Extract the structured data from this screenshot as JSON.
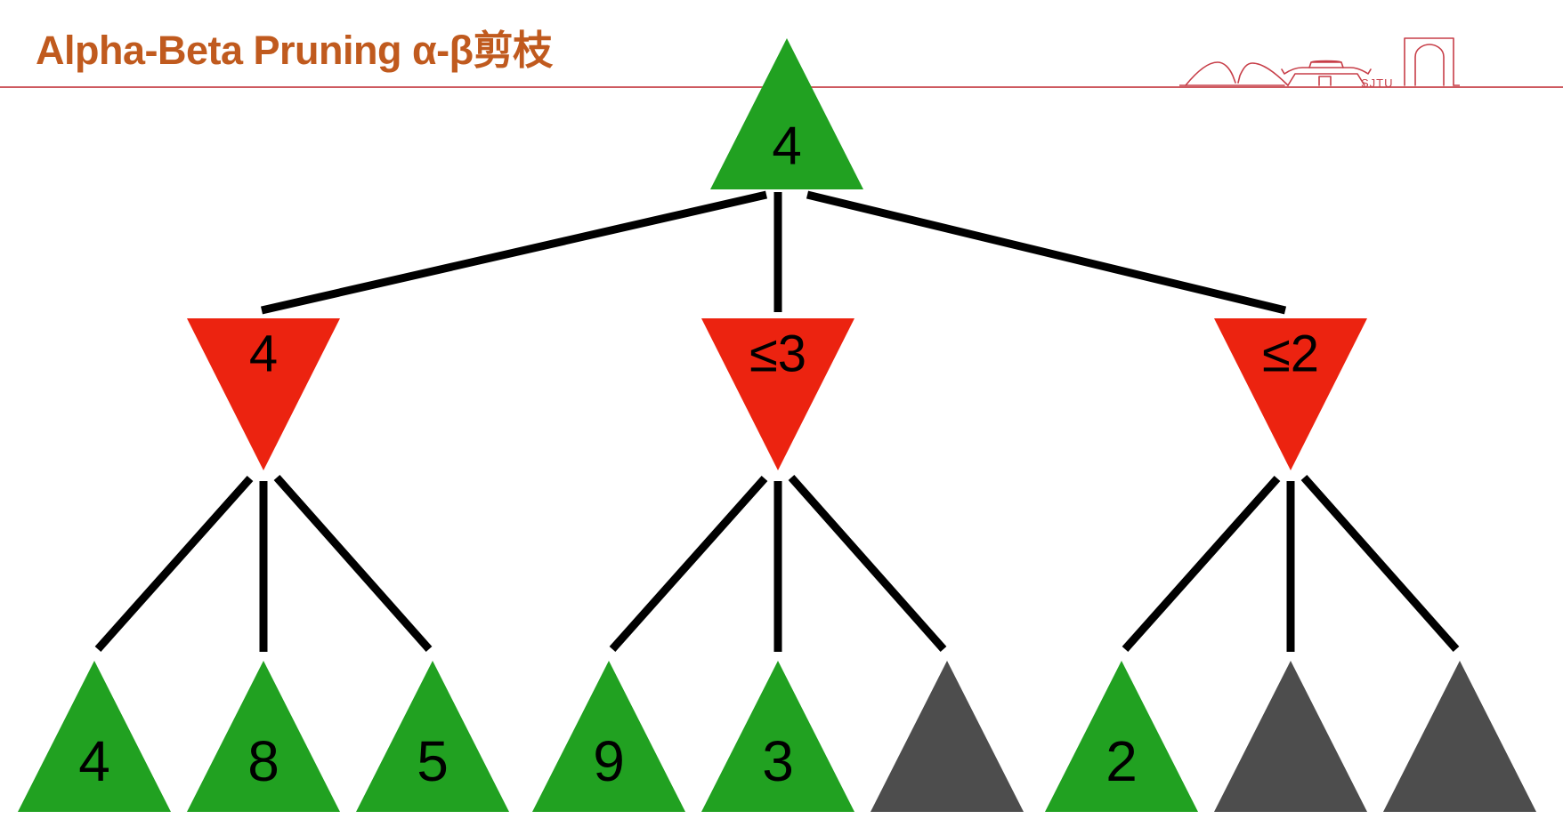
{
  "slide": {
    "title": "Alpha-Beta Pruning α-β剪枝",
    "logo_text": "SJTU"
  },
  "palette": {
    "background": "#FFFFFF",
    "title_color": "#C05A1E",
    "rule_color": "#CE5A60",
    "logo_color": "#C73E48",
    "max_node_color": "#21A121",
    "min_node_color": "#EC2310",
    "pruned_node_color": "#4D4D4D",
    "edge_color": "#000000",
    "label_color": "#000000"
  },
  "tree": {
    "root": {
      "id": "root-max-node",
      "role": "max",
      "shape": "triangle-up",
      "label": "4",
      "color_key": "max_node_color"
    },
    "branches": [
      {
        "min_node": {
          "id": "min-node-1",
          "role": "min",
          "shape": "triangle-down",
          "label": "4",
          "color_key": "min_node_color"
        },
        "leaves": [
          {
            "id": "leaf-node-1",
            "label": "4",
            "pruned": false,
            "color_key": "max_node_color"
          },
          {
            "id": "leaf-node-2",
            "label": "8",
            "pruned": false,
            "color_key": "max_node_color"
          },
          {
            "id": "leaf-node-3",
            "label": "5",
            "pruned": false,
            "color_key": "max_node_color"
          }
        ]
      },
      {
        "min_node": {
          "id": "min-node-2",
          "role": "min",
          "shape": "triangle-down",
          "label": "≤3",
          "color_key": "min_node_color"
        },
        "leaves": [
          {
            "id": "leaf-node-4",
            "label": "9",
            "pruned": false,
            "color_key": "max_node_color"
          },
          {
            "id": "leaf-node-5",
            "label": "3",
            "pruned": false,
            "color_key": "max_node_color"
          },
          {
            "id": "leaf-node-6",
            "label": "",
            "pruned": true,
            "color_key": "pruned_node_color"
          }
        ]
      },
      {
        "min_node": {
          "id": "min-node-3",
          "role": "min",
          "shape": "triangle-down",
          "label": "≤2",
          "color_key": "min_node_color"
        },
        "leaves": [
          {
            "id": "leaf-node-7",
            "label": "2",
            "pruned": false,
            "color_key": "max_node_color"
          },
          {
            "id": "leaf-node-8",
            "label": "",
            "pruned": true,
            "color_key": "pruned_node_color"
          },
          {
            "id": "leaf-node-9",
            "label": "",
            "pruned": true,
            "color_key": "pruned_node_color"
          }
        ]
      }
    ]
  }
}
